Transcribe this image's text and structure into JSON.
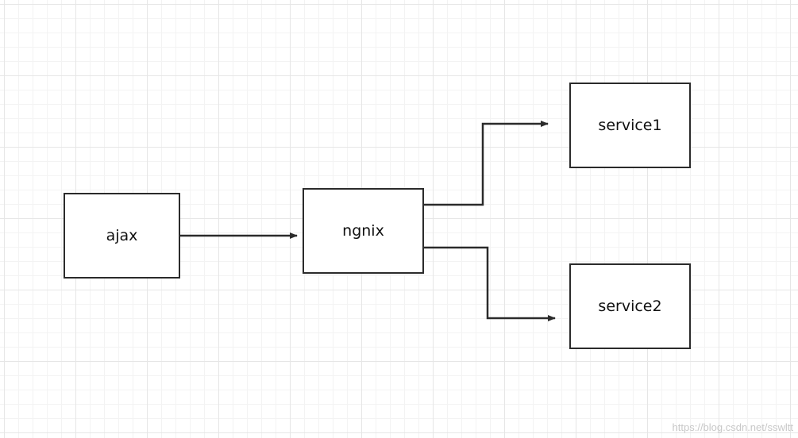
{
  "diagram": {
    "nodes": [
      {
        "id": "ajax",
        "label": "ajax"
      },
      {
        "id": "ngnix",
        "label": "ngnix"
      },
      {
        "id": "service1",
        "label": "service1"
      },
      {
        "id": "service2",
        "label": "service2"
      }
    ],
    "edges": [
      {
        "from": "ajax",
        "to": "ngnix"
      },
      {
        "from": "ngnix",
        "to": "service1"
      },
      {
        "from": "ngnix",
        "to": "service2"
      }
    ]
  },
  "watermark": "https://blog.csdn.net/sswltt",
  "colors": {
    "stroke": "#2b2b2b",
    "grid": "#e6e6e6"
  }
}
